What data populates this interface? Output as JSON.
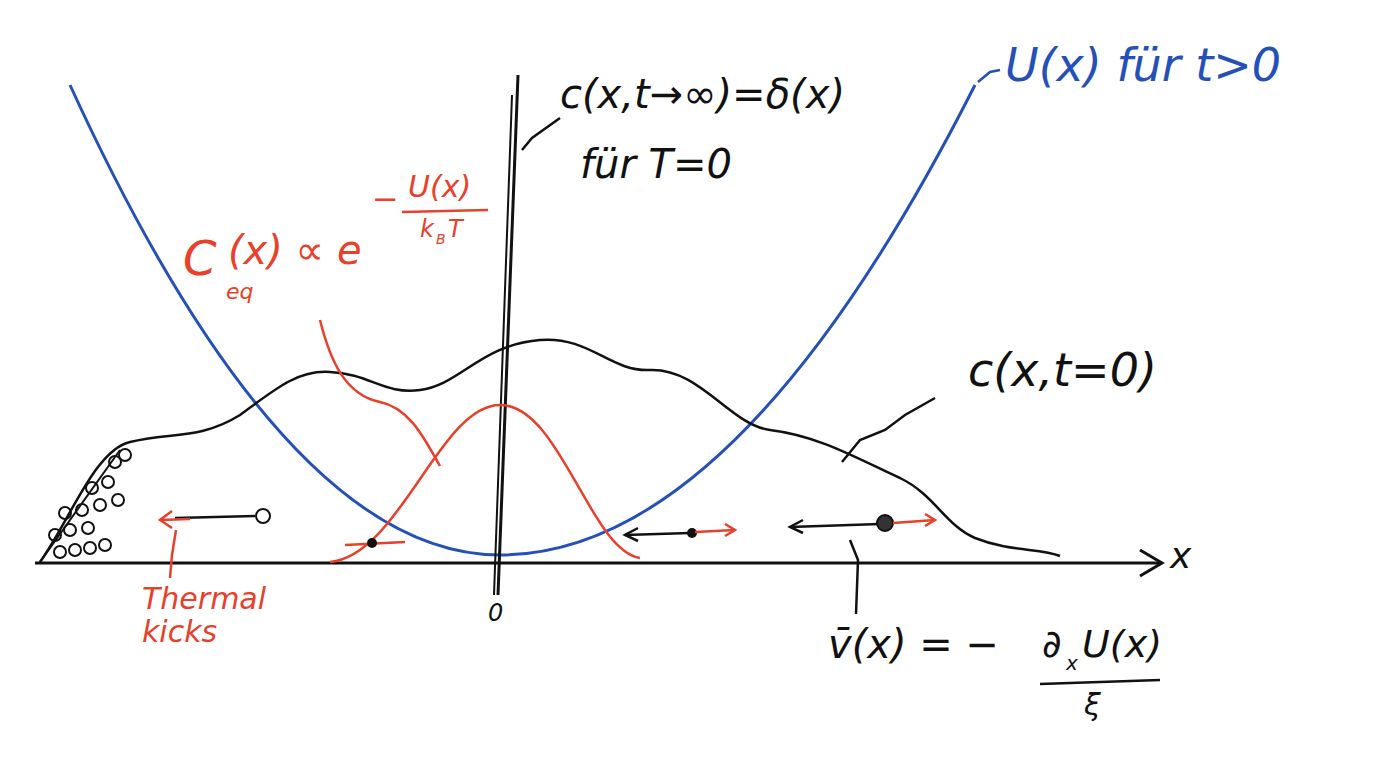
{
  "diagram": {
    "labels": [
      "c(x,t→∞)=δ(x)",
      "für T=0",
      "U(x) für t>0",
      "C",
      "eq",
      "(x) ∝ e",
      "−",
      "U(x)",
      "k",
      "B",
      "T",
      "c(x,t=0)",
      "0",
      "x",
      "Thermal kicks",
      "v̄(x) = −",
      "∂",
      "x",
      "U(x)",
      "ξ"
    ]
  }
}
